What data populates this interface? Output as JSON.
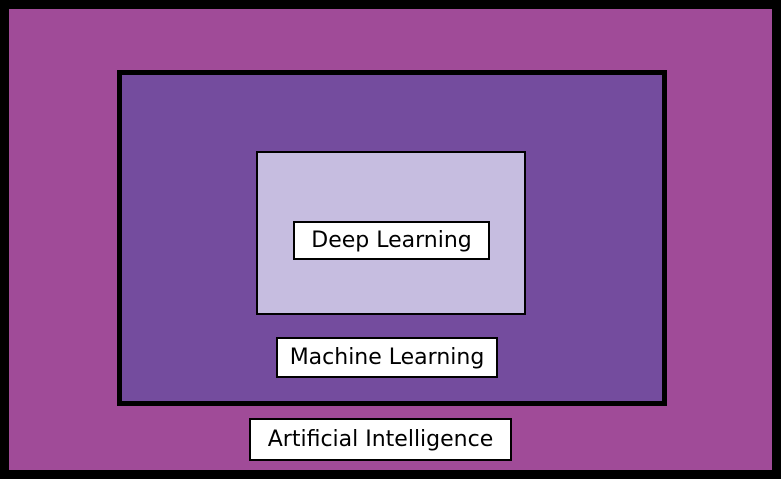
{
  "diagram": {
    "layers": [
      {
        "label": "Artificial Intelligence",
        "color": "#a04b98"
      },
      {
        "label": "Machine Learning",
        "color": "#744c9e"
      },
      {
        "label": "Deep Learning",
        "color": "#c6bde0"
      }
    ],
    "border_color": "#000000",
    "label_background": "#ffffff"
  }
}
